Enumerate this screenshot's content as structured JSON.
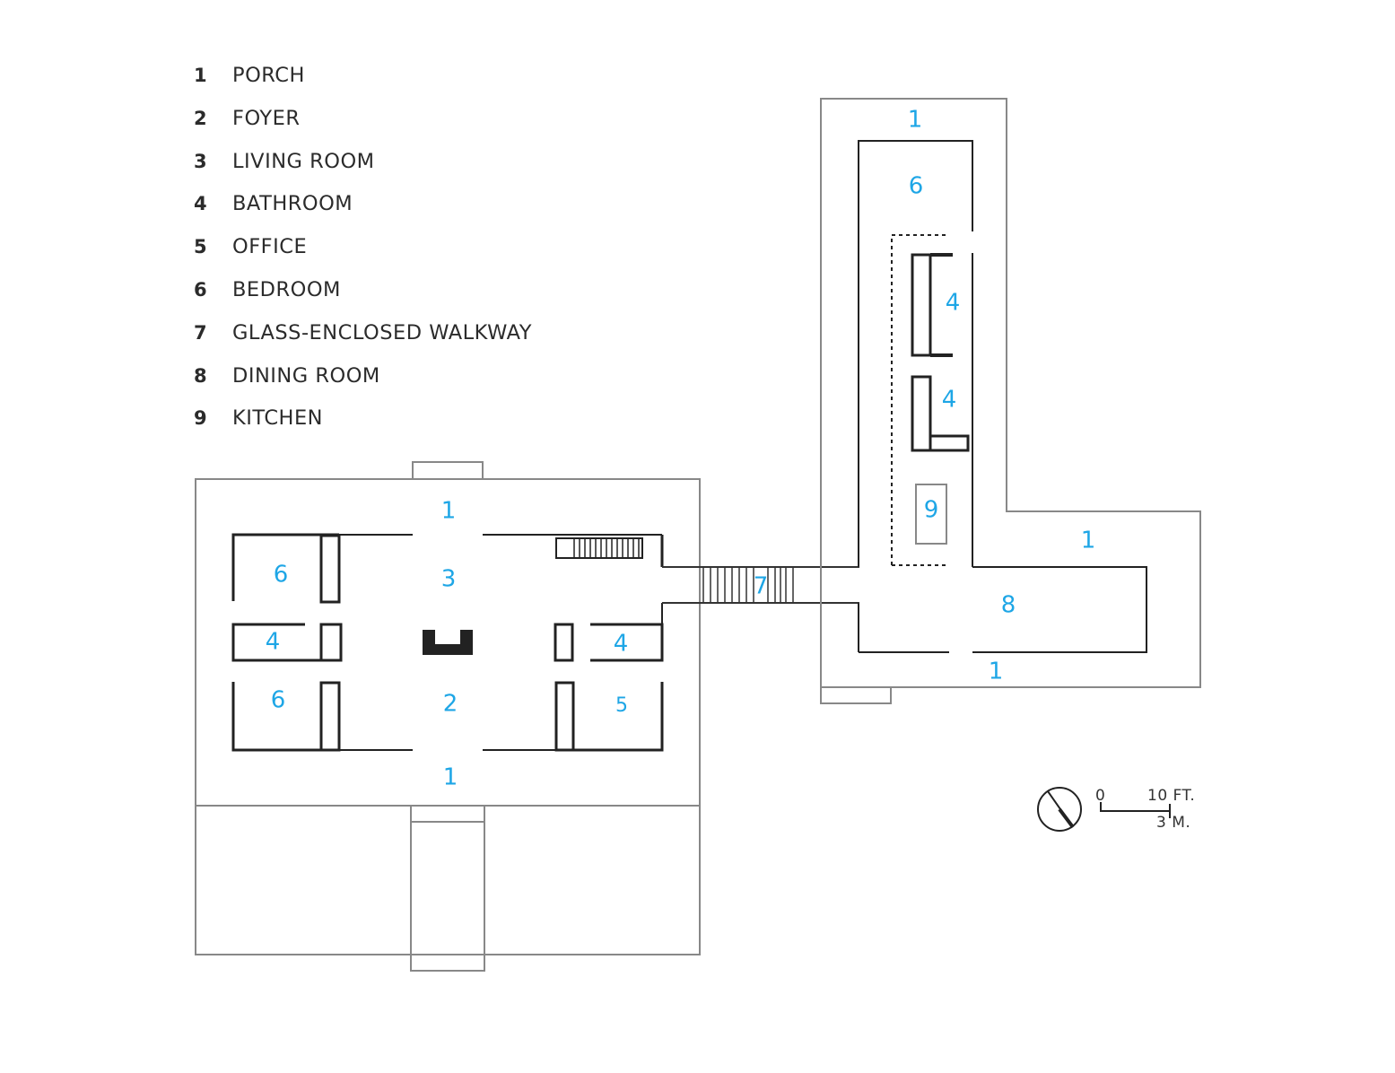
{
  "legend": [
    {
      "number": "1",
      "label": "PORCH"
    },
    {
      "number": "2",
      "label": "FOYER"
    },
    {
      "number": "3",
      "label": "LIVING ROOM"
    },
    {
      "number": "4",
      "label": "BATHROOM"
    },
    {
      "number": "5",
      "label": "OFFICE"
    },
    {
      "number": "6",
      "label": "BEDROOM"
    },
    {
      "number": "7",
      "label": "GLASS-ENCLOSED WALKWAY"
    },
    {
      "number": "8",
      "label": "DINING ROOM"
    },
    {
      "number": "9",
      "label": "KITCHEN"
    }
  ],
  "room_labels": {
    "porch_main_north": "1",
    "porch_main_south": "1",
    "porch_wing_north": "1",
    "porch_wing_east": "1",
    "porch_wing_south": "1",
    "living_room": "3",
    "foyer": "2",
    "bedroom_nw": "6",
    "bedroom_sw": "6",
    "bedroom_wing": "6",
    "bathroom_w": "4",
    "bathroom_e": "4",
    "bathroom_wing_upper": "4",
    "bathroom_wing_lower": "4",
    "office": "5",
    "walkway": "7",
    "dining_room": "8",
    "kitchen": "9"
  },
  "scale_bar": {
    "zero": "0",
    "feet": "10 FT.",
    "meters": "3 M."
  },
  "colors": {
    "label_blue": "#1ea6e6",
    "wall_dark": "#222222",
    "outline_gray": "#888888"
  },
  "icons": [
    "north-arrow-icon"
  ]
}
